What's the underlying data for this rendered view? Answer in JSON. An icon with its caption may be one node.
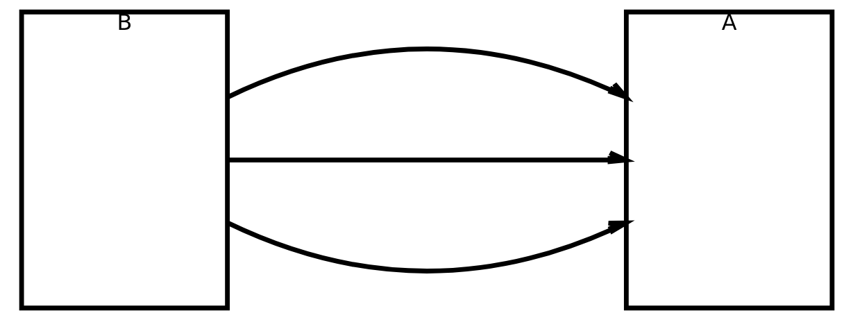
{
  "diagram": {
    "nodes": [
      {
        "text": [
          "A"
        ]
      },
      {
        "text": [
          "B"
        ]
      }
    ],
    "edges": [
      {
        "from": 1,
        "to": 0,
        "arrow": "to"
      },
      {
        "from": 1,
        "to": 0,
        "arrow": "to"
      },
      {
        "from": 1,
        "to": 0,
        "arrow": "to"
      }
    ]
  }
}
